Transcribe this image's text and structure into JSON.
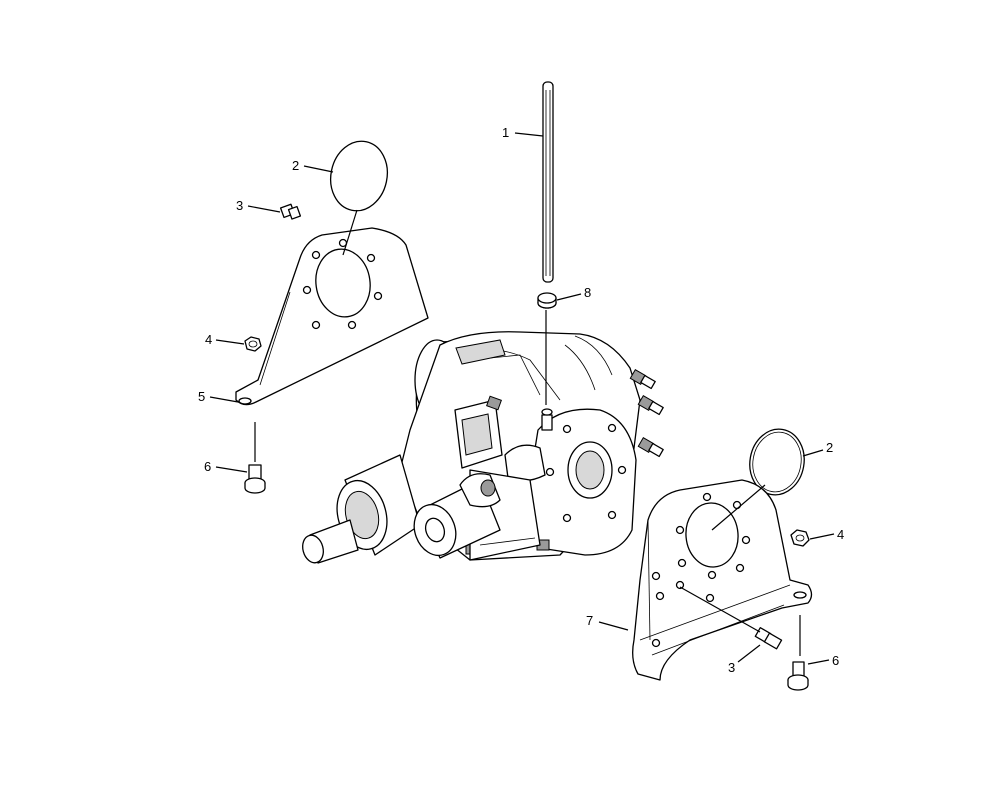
{
  "callouts": [
    {
      "id": "c1",
      "text": "1"
    },
    {
      "id": "c2a",
      "text": "2"
    },
    {
      "id": "c3a",
      "text": "3"
    },
    {
      "id": "c4a",
      "text": "4"
    },
    {
      "id": "c5",
      "text": "5"
    },
    {
      "id": "c6a",
      "text": "6"
    },
    {
      "id": "c8",
      "text": "8"
    },
    {
      "id": "c2b",
      "text": "2"
    },
    {
      "id": "c4b",
      "text": "4"
    },
    {
      "id": "c7",
      "text": "7"
    },
    {
      "id": "c3b",
      "text": "3"
    },
    {
      "id": "c6b",
      "text": "6"
    }
  ]
}
